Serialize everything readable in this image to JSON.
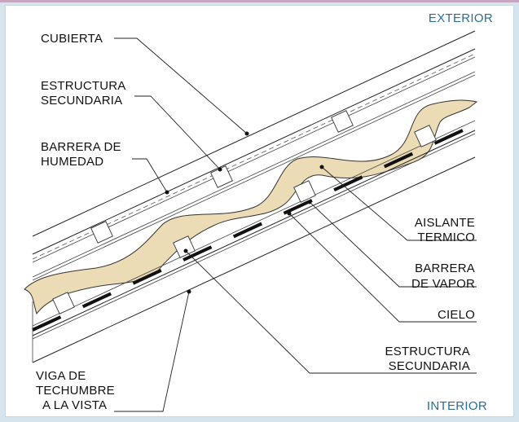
{
  "zones": {
    "exterior": "EXTERIOR",
    "interior": "INTERIOR"
  },
  "labels": {
    "cubierta": "CUBIERTA",
    "estructura_sec_top_1": "ESTRUCTURA",
    "estructura_sec_top_2": "SECUNDARIA",
    "barrera_humedad_1": "BARRERA DE",
    "barrera_humedad_2": "HUMEDAD",
    "aislante_1": "AISLANTE",
    "aislante_2": "TERMICO",
    "barrera_vapor_1": "BARRERA",
    "barrera_vapor_2": "DE VAPOR",
    "cielo": "CIELO",
    "estructura_sec_bot_1": "ESTRUCTURA",
    "estructura_sec_bot_2": "SECUNDARIA",
    "viga_1": "VIGA DE",
    "viga_2": "TECHUMBRE",
    "viga_3": "A LA VISTA"
  },
  "colors": {
    "insulation": "#ecdcb6",
    "zone_text": "#2c6d93"
  }
}
